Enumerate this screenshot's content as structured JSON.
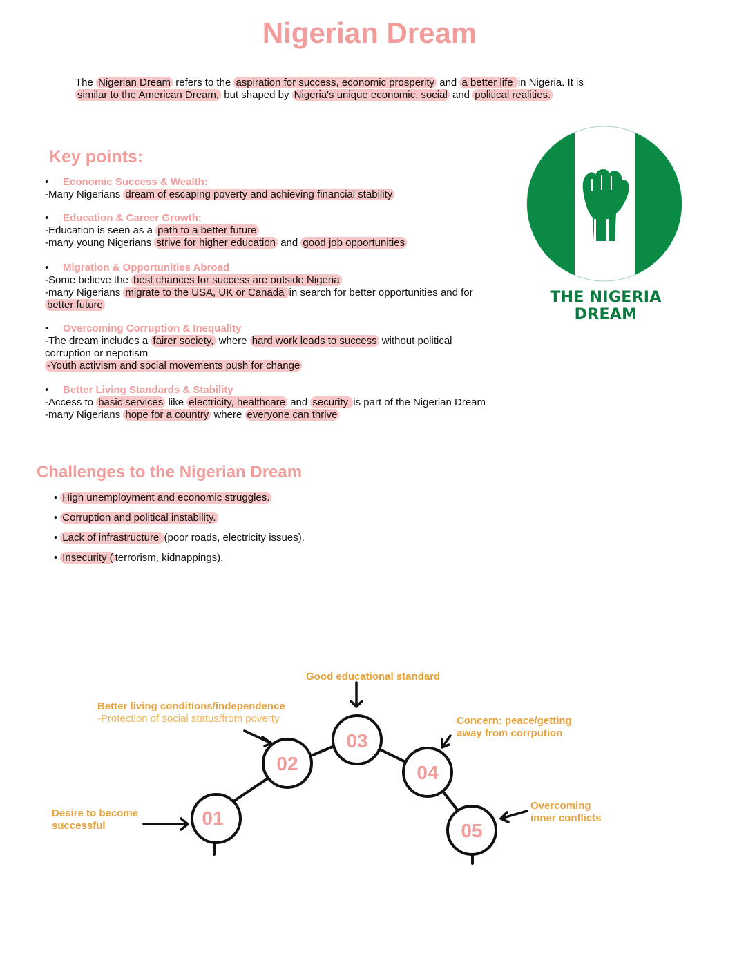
{
  "title": "Nigerian Dream",
  "intro": {
    "parts": [
      "The ",
      "Nigerian Dream",
      " refers to the ",
      "aspiration for success, economic prosperity",
      " and ",
      "a better life ",
      "in Nigeria. It is ",
      "similar to the American Dream,",
      " but shaped by ",
      "Nigeria's unique economic, social",
      " and ",
      "political realities."
    ]
  },
  "key_points": {
    "heading": "Key points:",
    "items": [
      {
        "head": "Economic Success & Wealth:",
        "lines": [
          [
            "-Many Nigerians ",
            "dream of escaping poverty and achieving financial stability"
          ]
        ]
      },
      {
        "head": "Education & Career Growth:",
        "lines": [
          [
            "-Education is seen as a ",
            "path to a better future"
          ],
          [
            "-many young Nigerians ",
            "strive for higher education",
            " and ",
            "good job opportunities"
          ]
        ]
      },
      {
        "head": "Migration & Opportunities Abroad",
        "lines": [
          [
            "-Some believe the ",
            "best chances for success are outside Nigeria"
          ],
          [
            "-many Nigerians ",
            "migrate to the USA, UK or Canada ",
            "in search for better opportunities and for ",
            "better future"
          ]
        ]
      },
      {
        "head": "Overcoming Corruption & Inequality",
        "lines": [
          [
            "-The dream includes a ",
            "fairer society,",
            " where ",
            "hard work leads to success",
            " without political corruption or nepotism"
          ],
          [
            "",
            "-Youth activism and social movements push for change"
          ]
        ]
      },
      {
        "head": "Better Living Standards & Stability",
        "lines": [
          [
            "-Access to ",
            "basic services",
            " like ",
            "electricity, healthcare",
            " and ",
            "security ",
            "is part of the Nigerian Dream"
          ],
          [
            "-many Nigerians ",
            "hope for a country",
            " where ",
            "everyone can thrive"
          ]
        ]
      }
    ]
  },
  "logo": {
    "caption": "THE NIGERIA DREAM",
    "icon": "raised-fist-icon",
    "green": "#0a8a45"
  },
  "challenges": {
    "heading": "Challenges to the Nigerian Dream",
    "items": [
      [
        "High unemployment and economic struggles.",
        ""
      ],
      [
        "Corruption and political instability.",
        ""
      ],
      [
        "Lack of infrastructure ",
        "(poor roads, electricity issues)."
      ],
      [
        "Insecurity (",
        "terrorism, kidnappings)."
      ]
    ]
  },
  "steps": {
    "nodes": [
      "01",
      "02",
      "03",
      "04",
      "05"
    ],
    "labels": {
      "s01": [
        "Desire to become",
        "successful"
      ],
      "s02_title": "Better living conditions/independence",
      "s02_sub": "-Protection of social status/from poverty",
      "s03": "Good educational standard",
      "s04": [
        "Concern: peace/getting",
        "away from corrpution"
      ],
      "s05": [
        "Overcoming",
        "inner conflicts"
      ]
    }
  },
  "colors": {
    "pink": "#f29c9c",
    "highlight": "#f7c6c7",
    "orange": "#e8a23a",
    "green": "#0a8a45"
  }
}
